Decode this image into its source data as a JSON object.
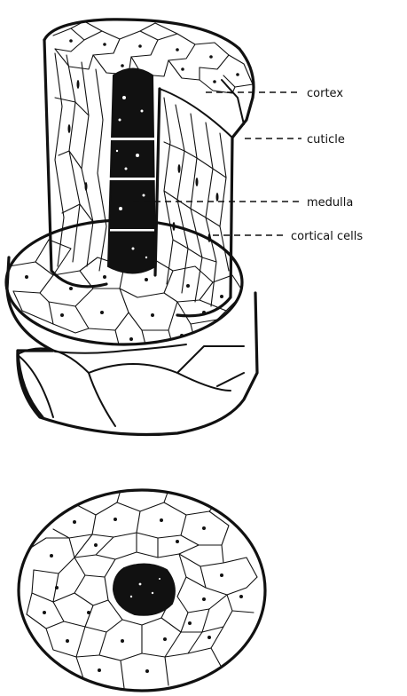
{
  "labels": {
    "cortex": "cortex",
    "cuticle": "cuticle",
    "medulla": "medulla",
    "cortical_cells": "cortical cells"
  },
  "colors": {
    "ink": "#111111",
    "background": "#ffffff",
    "medulla_fill": "#111111"
  }
}
